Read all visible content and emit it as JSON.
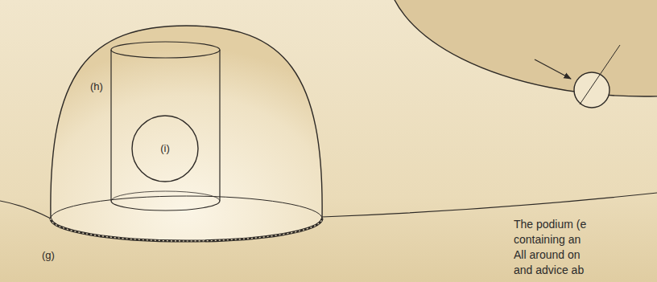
{
  "diagram": {
    "nodes": [
      {
        "text": [
          "(g)"
        ]
      },
      {
        "text": [
          "(h)"
        ],
        "in": 0
      },
      {
        "text": [
          "(i)"
        ],
        "in": 1
      }
    ],
    "labels": [
      "The podium (e containing an All around on and advice ab"
    ]
  }
}
